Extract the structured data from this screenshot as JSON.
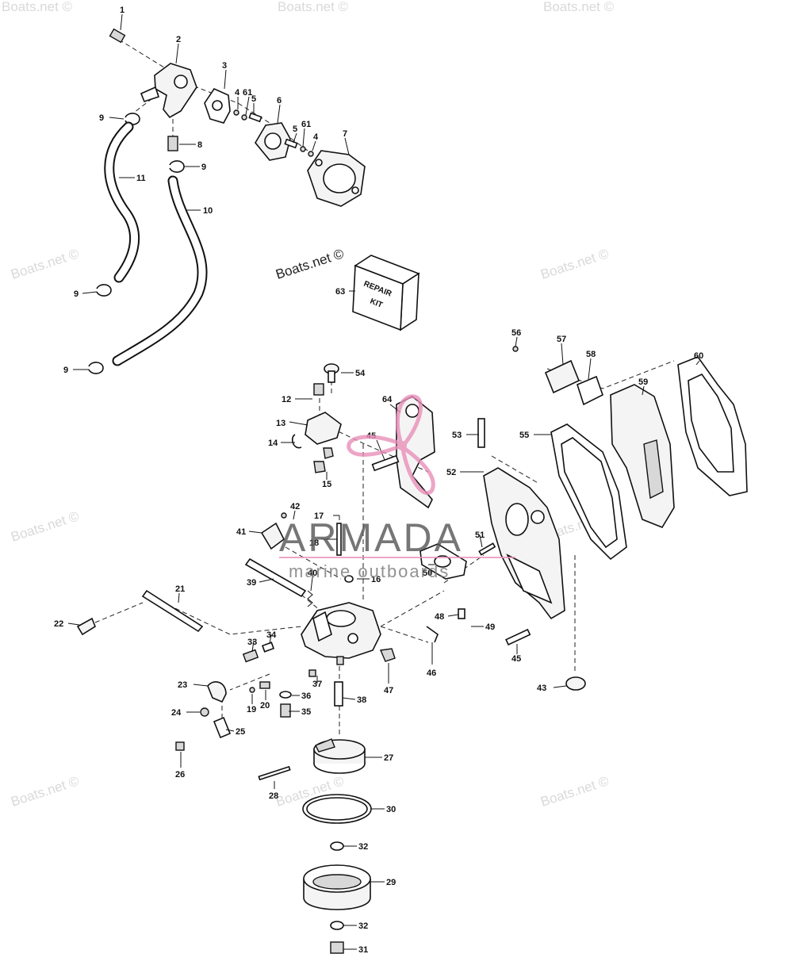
{
  "watermarks": [
    "Boats.net ©",
    "Boats.net ©",
    "Boats.net ©",
    "Boats.net ©",
    "Boats.net ©",
    "Boats.net ©",
    "Boats.net ©",
    "Boats.net ©",
    "Boats.net ©",
    "Boats.net ©"
  ],
  "watermark_main": "Boats.net ©",
  "brand": {
    "name": "ARMADA",
    "tagline": "marine outboards",
    "logo_color": "#e98fb9"
  },
  "repair_kit": {
    "line1": "REPAIR",
    "line2": "KIT"
  },
  "callouts": [
    "1",
    "2",
    "3",
    "4",
    "61",
    "5",
    "6",
    "5",
    "61",
    "4",
    "7",
    "9",
    "8",
    "9",
    "11",
    "10",
    "9",
    "9",
    "63",
    "56",
    "57",
    "58",
    "59",
    "60",
    "54",
    "12",
    "64",
    "13",
    "45",
    "53",
    "55",
    "14",
    "15",
    "52",
    "17",
    "42",
    "41",
    "18",
    "51",
    "50",
    "40",
    "39",
    "16",
    "21",
    "48",
    "49",
    "22",
    "33",
    "34",
    "45",
    "46",
    "47",
    "43",
    "23",
    "37",
    "36",
    "20",
    "19",
    "38",
    "35",
    "24",
    "25",
    "26",
    "27",
    "28",
    "30",
    "32",
    "29",
    "32",
    "31"
  ]
}
